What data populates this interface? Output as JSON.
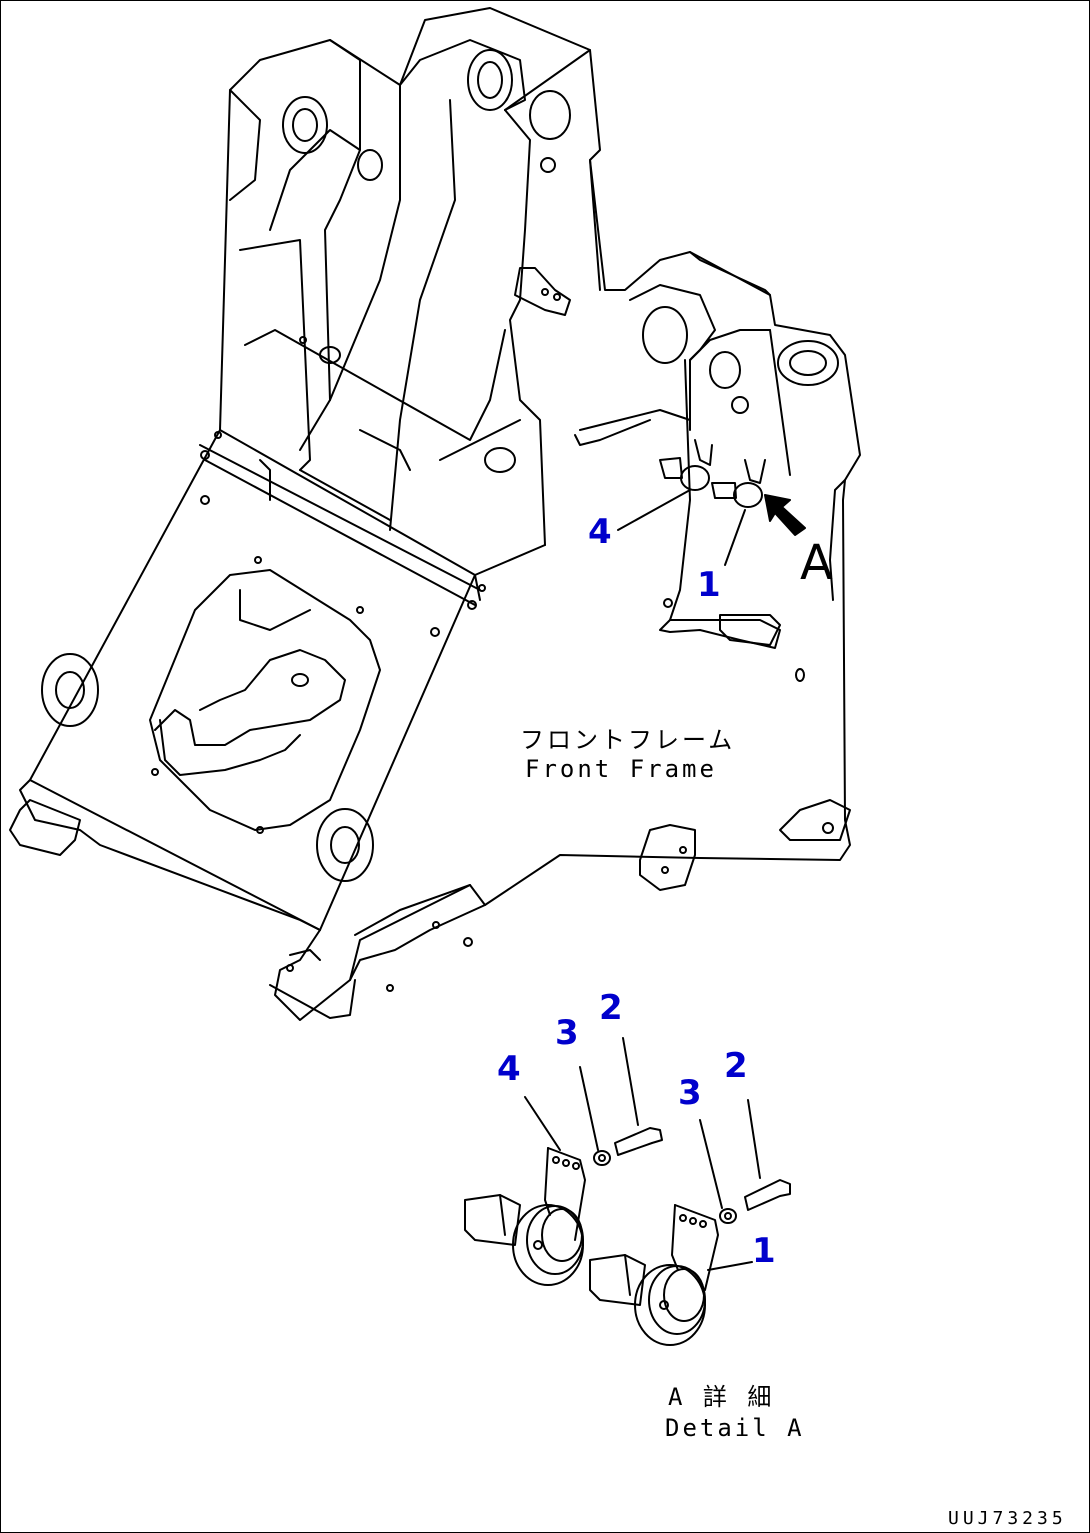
{
  "diagram": {
    "accent_color": "#0000cc",
    "line_color": "#000000",
    "frame_label": {
      "jp": "フロントフレーム",
      "en": "Front Frame"
    },
    "detail_label": {
      "jp": "A 詳 細",
      "en": "Detail A"
    },
    "view_marker": "A",
    "drawing_number": "UUJ73235",
    "callouts": {
      "upper_4": "4",
      "upper_1": "1",
      "detail_4": "4",
      "detail_3a": "3",
      "detail_2a": "2",
      "detail_3b": "3",
      "detail_2b": "2",
      "detail_1": "1"
    }
  }
}
